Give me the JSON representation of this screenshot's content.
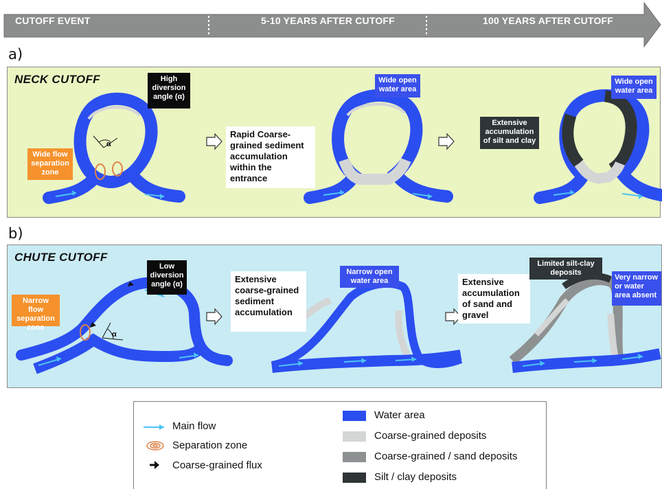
{
  "timeline": {
    "stages": [
      "CUTOFF EVENT",
      "5-10 YEARS AFTER CUTOFF",
      "100 YEARS AFTER CUTOFF"
    ]
  },
  "panel_a": {
    "letter": "a)",
    "title": "NECK CUTOFF",
    "labels": {
      "high_angle": "High diversion angle (α)",
      "wide_flow": "Wide flow separation zone",
      "alpha": "α",
      "wide_open_1": "Wide open water area",
      "wide_open_2": "Wide open water area",
      "extensive_silt": "Extensive accumulation of silt and clay"
    },
    "text_boxes": {
      "rapid": "Rapid Coarse-grained sediment accumulation within the entrance"
    }
  },
  "panel_b": {
    "letter": "b)",
    "title": "CHUTE CUTOFF",
    "labels": {
      "low_angle": "Low diversion angle (α)",
      "narrow_flow": "Narrow flow separation zone",
      "alpha": "α",
      "narrow_open": "Narrow open water area",
      "limited_silt": "Limited silt-clay deposits",
      "very_narrow": "Very narrow or water area absent"
    },
    "text_boxes": {
      "extensive_coarse": "Extensive coarse-grained sediment accumulation",
      "extensive_sand": "Extensive accumulation of sand and gravel"
    }
  },
  "legend": {
    "main_flow": "Main flow",
    "separation_zone": "Separation zone",
    "coarse_flux": "Coarse-grained flux",
    "water_area": "Water area",
    "coarse_deposits": "Coarse-grained deposits",
    "coarse_sand": "Coarse-grained / sand deposits",
    "silt_clay": "Silt / clay deposits"
  },
  "colors": {
    "water": "#2b4ef0",
    "coarse": "#d4d6d6",
    "coarse_sand": "#8e9191",
    "silt": "#2f3536",
    "flow": "#4cc3f2",
    "separation": "#e0824a",
    "panel_a_bg": "#eaf5c2",
    "panel_b_bg": "#c9ebf4"
  }
}
